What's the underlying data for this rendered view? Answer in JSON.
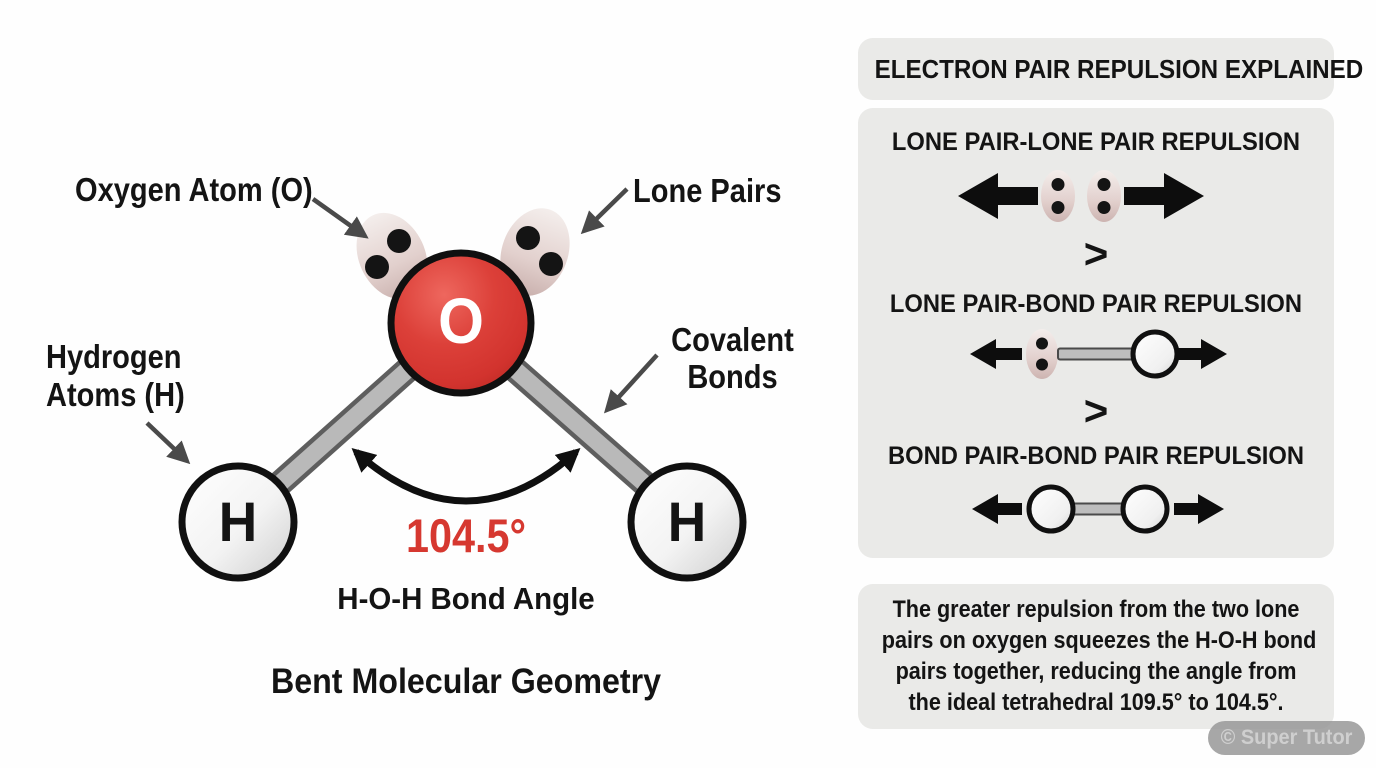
{
  "left_diagram": {
    "labels": {
      "oxygen": "Oxygen Atom (O)",
      "lone_pairs": "Lone Pairs",
      "hydrogen": [
        "Hydrogen",
        "Atoms (H)"
      ],
      "covalent": [
        "Covalent",
        "Bonds"
      ]
    },
    "oxygen_symbol": "O",
    "hydrogen_symbol": "H",
    "angle_value": "104.5°",
    "angle_label": "H-O-H Bond Angle",
    "title": "Bent Molecular Geometry"
  },
  "right_panel": {
    "header": "ELECTRON PAIR REPULSION EXPLAINED",
    "sections": [
      {
        "heading": "LONE PAIR-LONE PAIR REPULSION"
      },
      {
        "heading": "LONE PAIR-BOND PAIR REPULSION"
      },
      {
        "heading": "BOND PAIR-BOND PAIR REPULSION"
      }
    ],
    "comparator": ">",
    "note_lines": [
      "The greater repulsion from the two lone",
      "pairs on oxygen squeezes the H-O-H bond",
      "pairs together, reducing the angle from",
      "the ideal tetrahedral 109.5° to 104.5°."
    ]
  },
  "watermark": {
    "text": "© Super Tutor"
  },
  "colors": {
    "oxygen_red": "#d93a33",
    "angle_red": "#d63830",
    "bond_gray": "#b9b9b9",
    "lone_pair_pink": "#e2d0cd",
    "panel_bg": "#eaeae8",
    "arrow_black": "#0d0d0d"
  }
}
